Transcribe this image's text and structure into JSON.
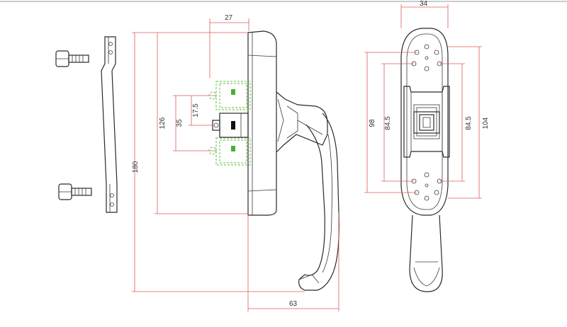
{
  "dimensions": {
    "top_width_side": "27",
    "top_width_front": "34",
    "total_height": "180",
    "spindle_height": "126",
    "offset_a": "17.5",
    "offset_b": "35",
    "projection": "63",
    "plate_height": "98",
    "hole_spacing_left": "84.5",
    "hole_spacing_right": "84.5",
    "plate_height_right": "104"
  },
  "colors": {
    "dimension_line": "#e05a5a",
    "outline": "#2a2a2a",
    "mechanism": "#5fbf3f"
  }
}
